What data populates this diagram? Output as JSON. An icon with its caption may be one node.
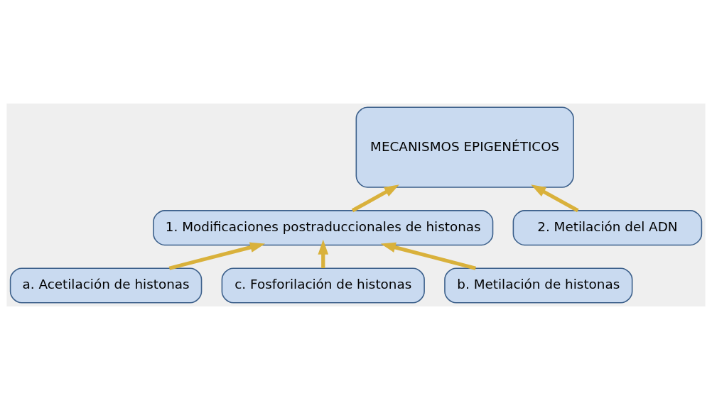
{
  "diagram": {
    "nodes": [
      {
        "text": [
          "MECANISMOS EPIGENÉTICOS"
        ]
      },
      {
        "text": [
          "1. Modificaciones postraduccionales de histonas"
        ]
      },
      {
        "text": [
          "2. Metilación del ADN"
        ]
      },
      {
        "text": [
          "a. Acetilación de histonas"
        ]
      },
      {
        "text": [
          "c. Fosforilación de histonas"
        ]
      },
      {
        "text": [
          "b. Metilación de histonas"
        ]
      }
    ],
    "edges": [
      {
        "from": 1,
        "to": 0,
        "arrow": "to"
      },
      {
        "from": 2,
        "to": 0,
        "arrow": "to"
      },
      {
        "from": 3,
        "to": 1,
        "arrow": "to"
      },
      {
        "from": 4,
        "to": 1,
        "arrow": "to"
      },
      {
        "from": 5,
        "to": 1,
        "arrow": "to"
      }
    ]
  }
}
